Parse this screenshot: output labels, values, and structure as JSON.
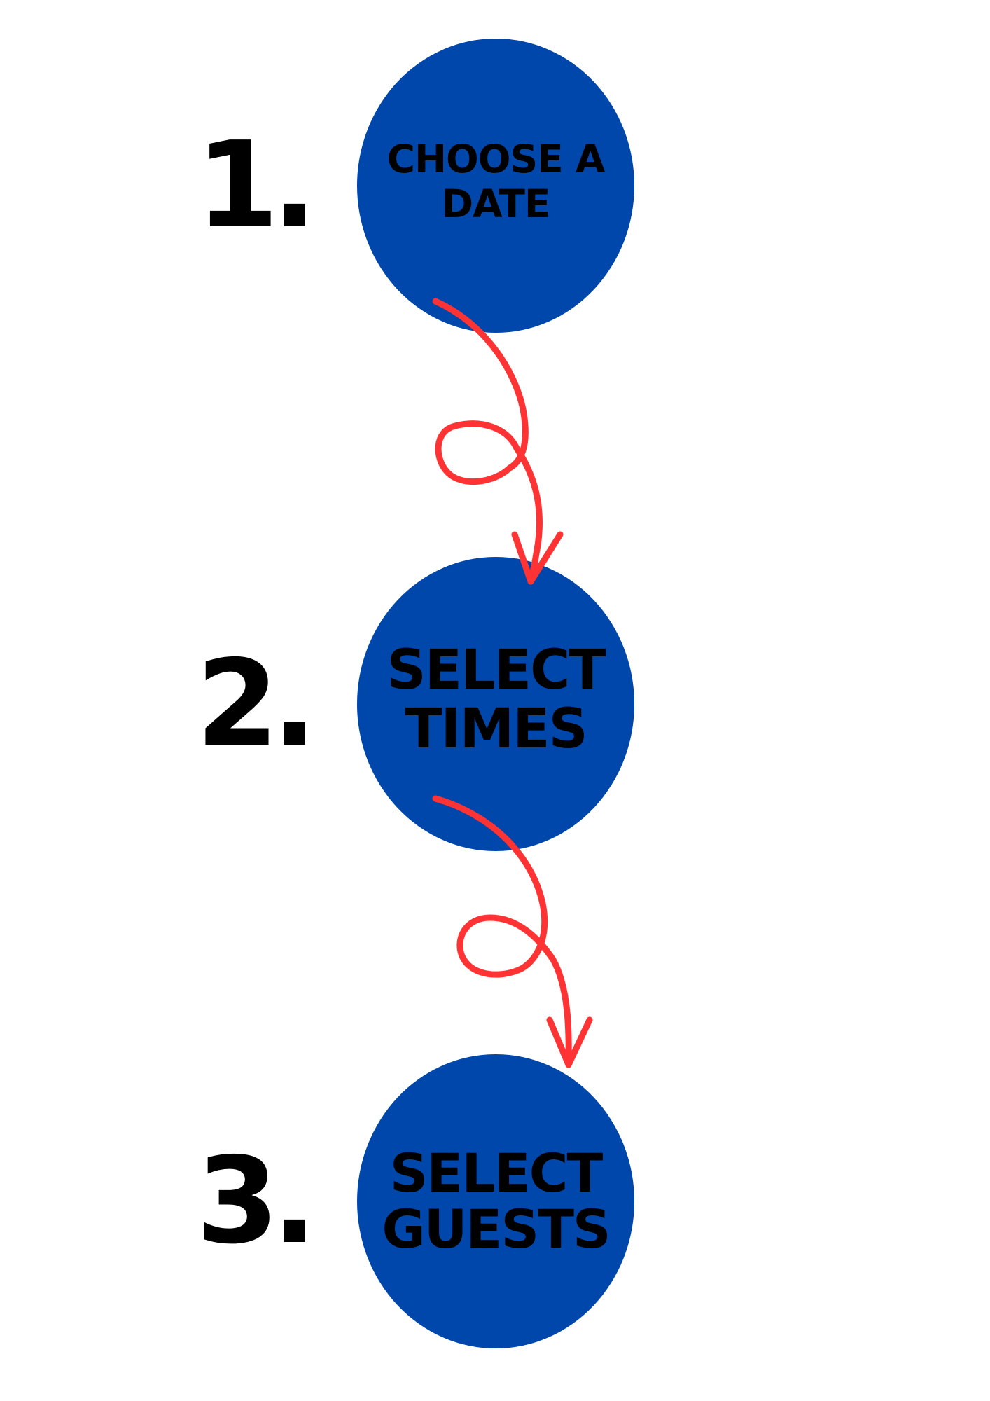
{
  "steps": [
    {
      "number": "1.",
      "label": "CHOOSE A\nDATE"
    },
    {
      "number": "2.",
      "label": "SELECT\nTIMES"
    },
    {
      "number": "3.",
      "label": "SELECT\nGUESTS"
    }
  ],
  "colors": {
    "circle": "#0047ab",
    "arrow": "#ff3333",
    "text": "#000000",
    "background": "#ffffff"
  },
  "icons": [
    "curly-arrow-icon",
    "curly-arrow-icon"
  ]
}
